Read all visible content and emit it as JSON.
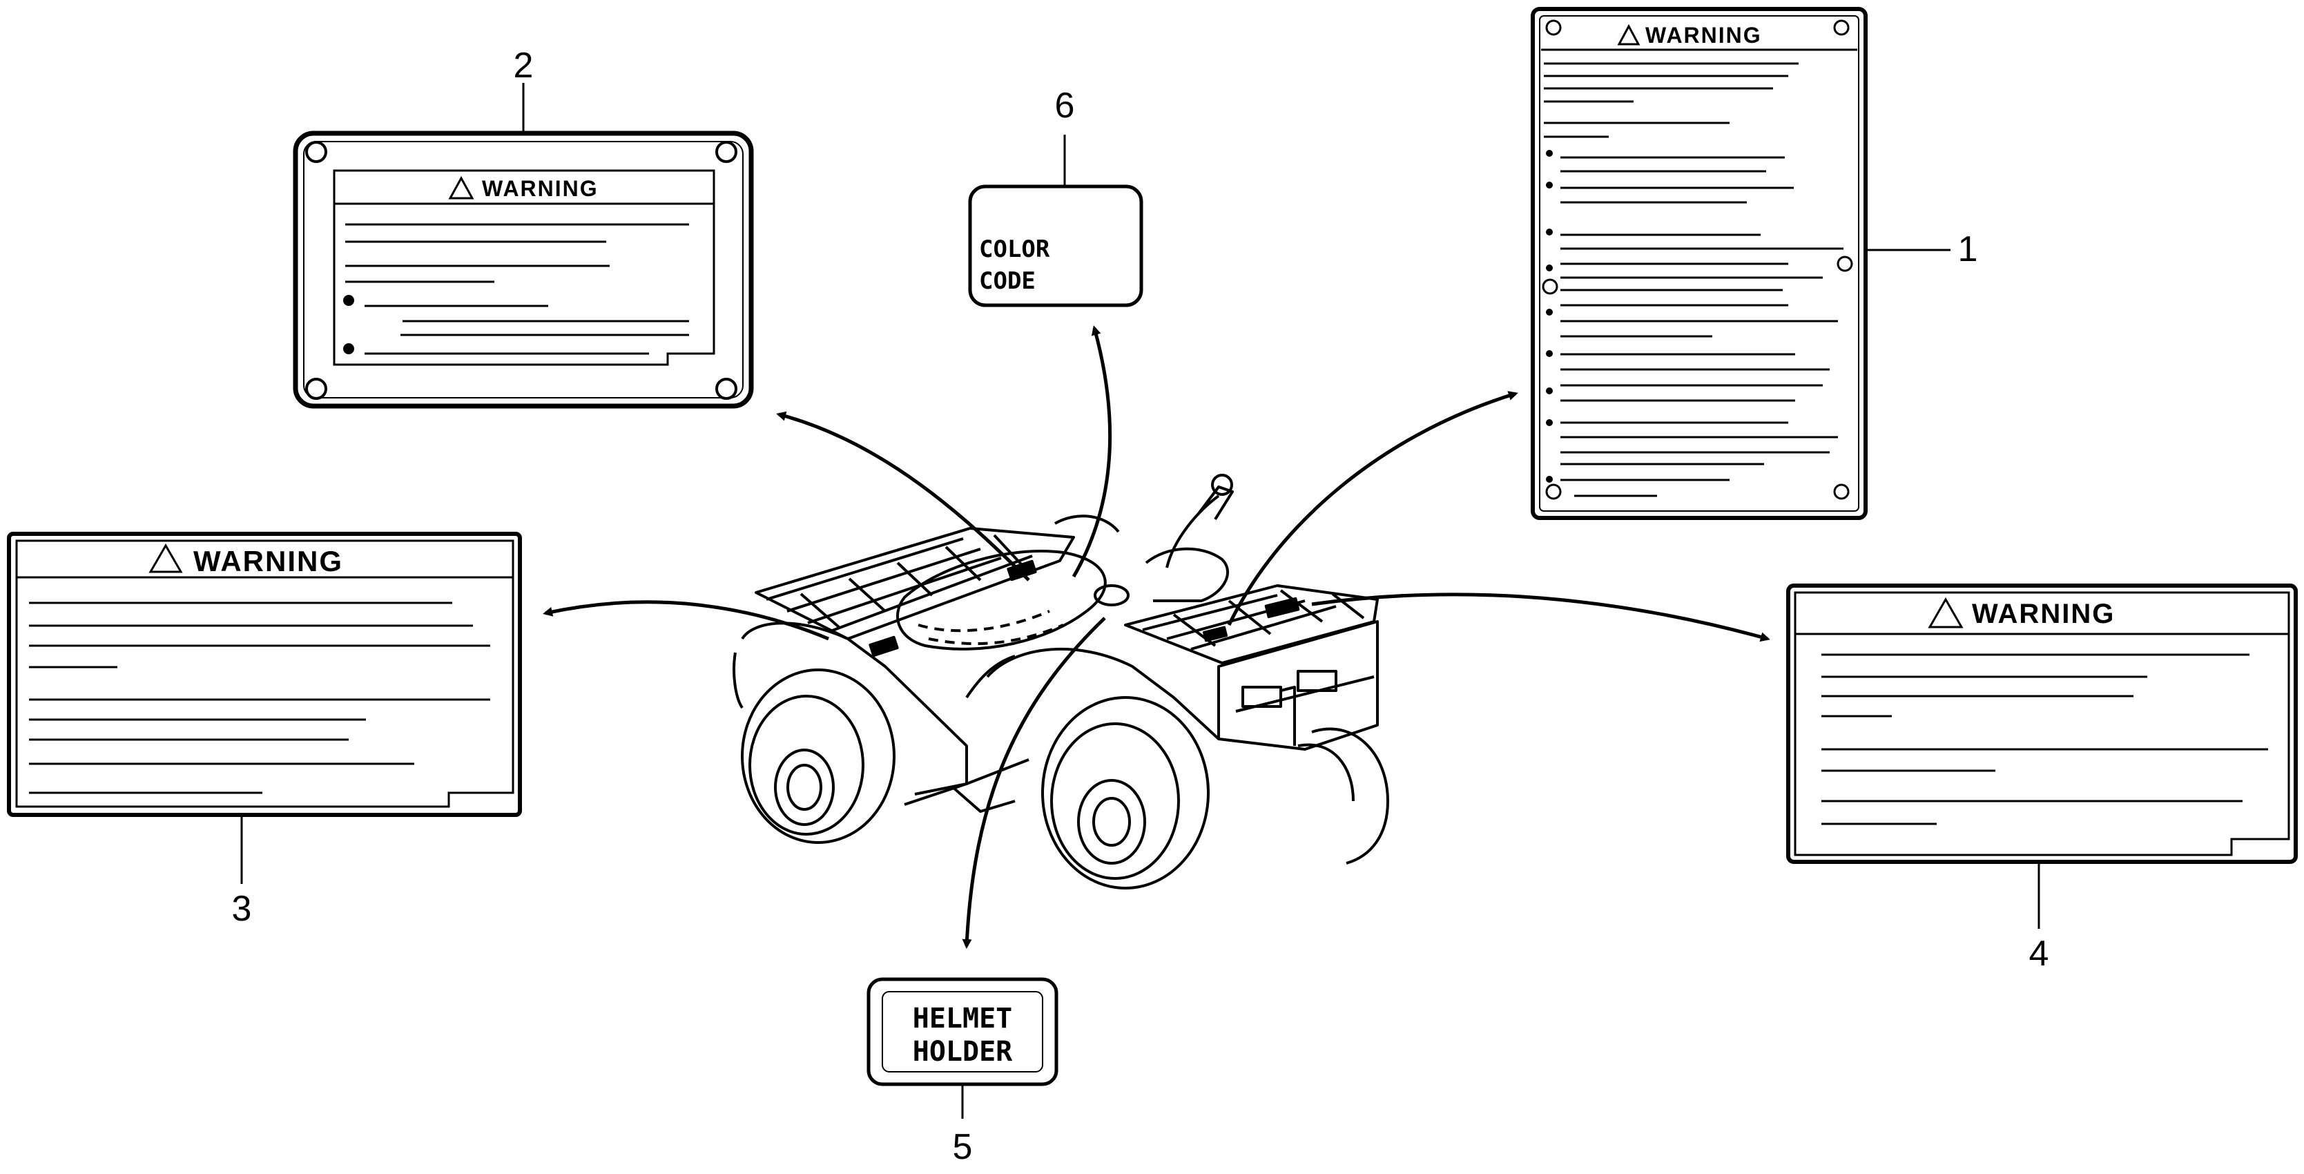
{
  "labels": {
    "warning": "WARNING",
    "color_code_line1": "COLOR",
    "color_code_line2": "CODE",
    "helmet_line1": "HELMET",
    "helmet_line2": "HOLDER"
  },
  "callouts": {
    "n1": "1",
    "n2": "2",
    "n3": "3",
    "n4": "4",
    "n5": "5",
    "n6": "6"
  },
  "colors": {
    "ink": "#000000",
    "paper": "#ffffff"
  }
}
